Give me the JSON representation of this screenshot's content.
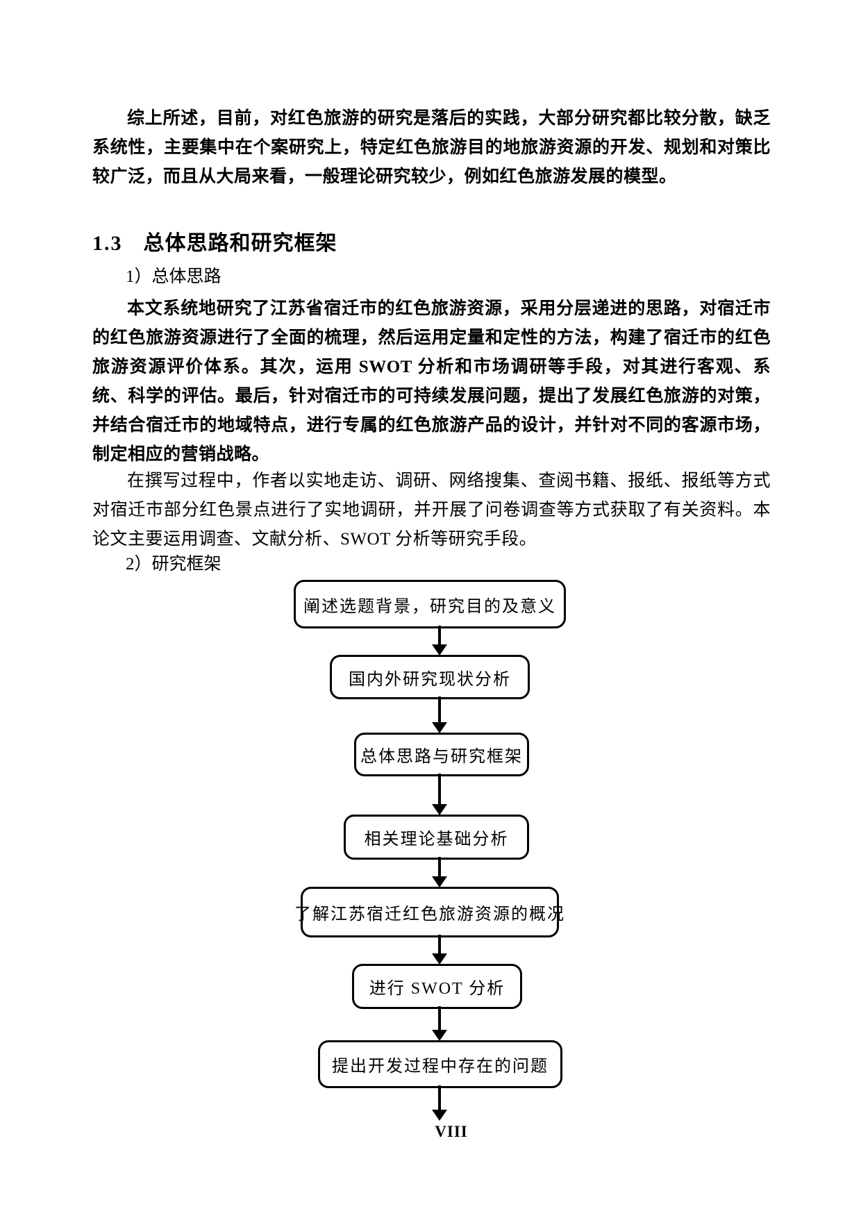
{
  "heading": {
    "number": "1.3",
    "title": "总体思路和研究框架"
  },
  "content": {
    "summary_paragraph": "综上所述，目前，对红色旅游的研究是落后的实践，大部分研究都比较分散，缺乏系统性，主要集中在个案研究上，特定红色旅游目的地旅游资源的开发、规划和对策比较广泛，而且从大局来看，一般理论研究较少，例如红色旅游发展的模型。",
    "item1": "1）总体思路",
    "overall_approach_paragraph": "本文系统地研究了江苏省宿迁市的红色旅游资源，采用分层递进的思路，对宿迁市的红色旅游资源进行了全面的梳理，然后运用定量和定性的方法，构建了宿迁市的红色旅游资源评价体系。其次，运用 SWOT 分析和市场调研等手段，对其进行客观、系统、科学的评估。最后，针对宿迁市的可持续发展问题，提出了发展红色旅游的对策，并结合宿迁市的地域特点，进行专属的红色旅游产品的设计，并针对不同的客源市场，制定相应的营销战略。",
    "writing_process_paragraph": "在撰写过程中，作者以实地走访、调研、网络搜集、查阅书籍、报纸、报纸等方式对宿迁市部分红色景点进行了实地调研，并开展了问卷调查等方式获取了有关资料。本论文主要运用调查、文献分析、SWOT 分析等研究手段。",
    "item2": "2）研究框架"
  },
  "flowchart": {
    "boxes": [
      {
        "label": "阐述选题背景，研究目的及意义"
      },
      {
        "label": "国内外研究现状分析"
      },
      {
        "label": "总体思路与研究框架"
      },
      {
        "label": "相关理论基础分析"
      },
      {
        "label": "了解江苏宿迁红色旅游资源的概况"
      },
      {
        "label": "进行 SWOT 分析"
      },
      {
        "label": "提出开发过程中存在的问题"
      }
    ]
  },
  "page": {
    "number_label": "VIII"
  }
}
